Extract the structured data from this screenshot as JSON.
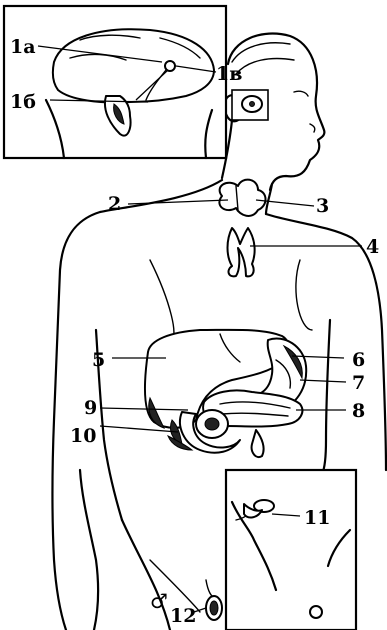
{
  "labels": {
    "l1a": "1a",
    "l1b": "1в",
    "l1v": "1б",
    "l2": "2",
    "l3": "3",
    "l4": "4",
    "l5": "5",
    "l6": "6",
    "l7": "7",
    "l8": "8",
    "l9": "9",
    "l10": "10",
    "l11": "11",
    "l12": "12"
  },
  "symbols": {
    "male": "♂",
    "female": "♀"
  }
}
